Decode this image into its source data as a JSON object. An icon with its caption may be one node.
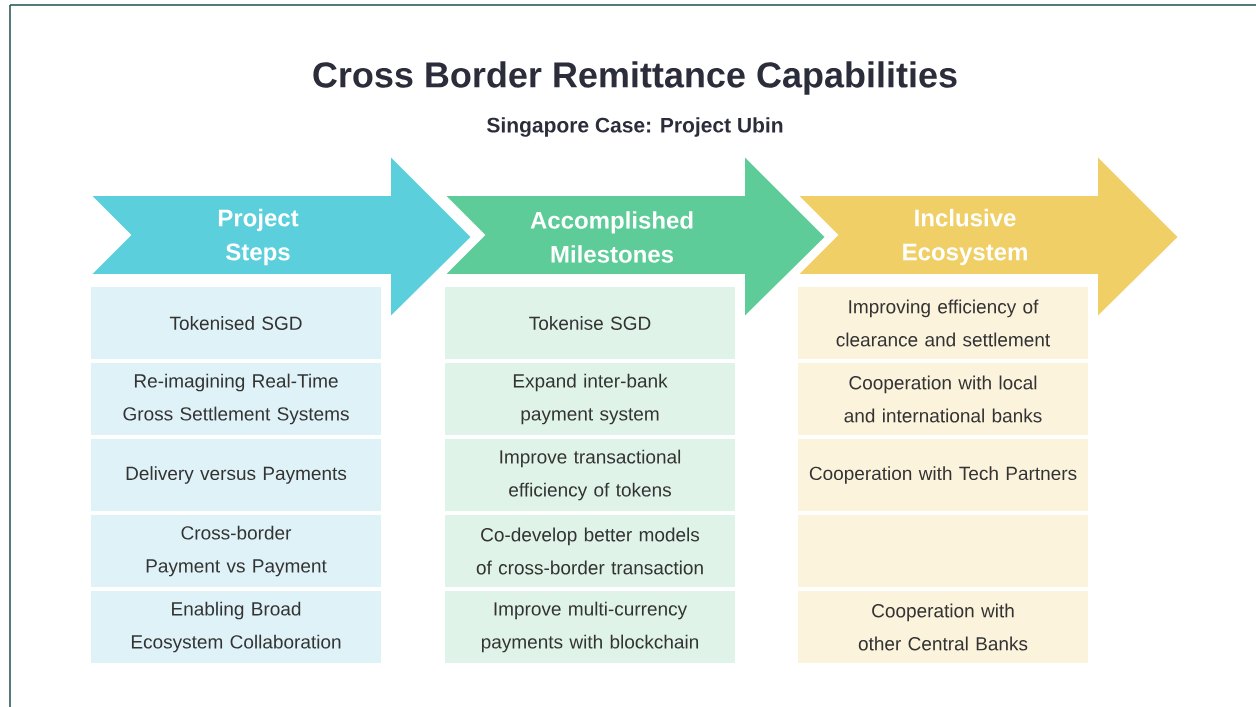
{
  "diagram": {
    "title": "Cross Border Remittance Capabilities",
    "caption": "Singapore Case: Project Ubin",
    "nodes": [
      {
        "text": [
          "Project Steps"
        ]
      },
      {
        "text": [
          "Tokenised SGD"
        ]
      },
      {
        "text": [
          "Re-imagining Real-Time Gross Settlement Systems"
        ]
      },
      {
        "text": [
          "Delivery versus Payments"
        ]
      },
      {
        "text": [
          "Cross-border Payment vs Payment"
        ]
      },
      {
        "text": [
          "Enabling Broad Ecosystem Collaboration"
        ]
      },
      {
        "text": [
          "Accomplished Milestones"
        ]
      },
      {
        "text": [
          "Tokenise SGD"
        ]
      },
      {
        "text": [
          "Expand inter-bank payment system"
        ]
      },
      {
        "text": [
          "Improve transactional efficiency of tokens"
        ]
      },
      {
        "text": [
          "Co-develop better models of cross-border transaction"
        ]
      },
      {
        "text": [
          "Improve multi-currency payments with blockchain"
        ]
      },
      {
        "text": [
          "Inclusive Ecosystem"
        ]
      },
      {
        "text": [
          "Improving efficiency of clearance and settlement"
        ]
      },
      {
        "text": [
          "Cooperation with local and international banks"
        ]
      },
      {
        "text": [
          "Cooperation with Tech Partners"
        ]
      },
      {
        "text": [],
        "shape": "box"
      },
      {
        "text": [
          "Cooperation with other Central Banks"
        ]
      }
    ],
    "edges": []
  }
}
